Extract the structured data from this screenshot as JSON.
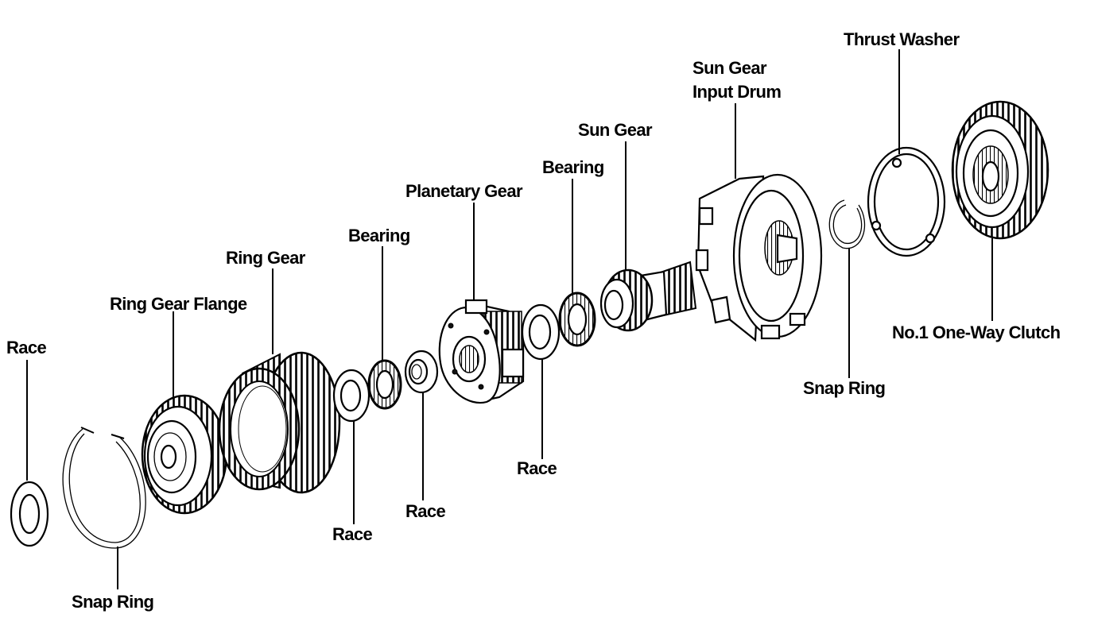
{
  "labels": {
    "race_1": "Race",
    "snap_ring_1": "Snap Ring",
    "ring_gear_flange": "Ring Gear Flange",
    "ring_gear": "Ring Gear",
    "race_2": "Race",
    "bearing_1": "Bearing",
    "race_3": "Race",
    "planetary_gear": "Planetary Gear",
    "race_4": "Race",
    "bearing_2": "Bearing",
    "sun_gear": "Sun Gear",
    "sun_gear_input_drum_line1": "Sun Gear",
    "sun_gear_input_drum_line2": "Input Drum",
    "snap_ring_2": "Snap Ring",
    "thrust_washer": "Thrust Washer",
    "one_way_clutch": "No.1 One-Way Clutch"
  },
  "colors": {
    "ink": "#000000",
    "paper": "#ffffff"
  }
}
